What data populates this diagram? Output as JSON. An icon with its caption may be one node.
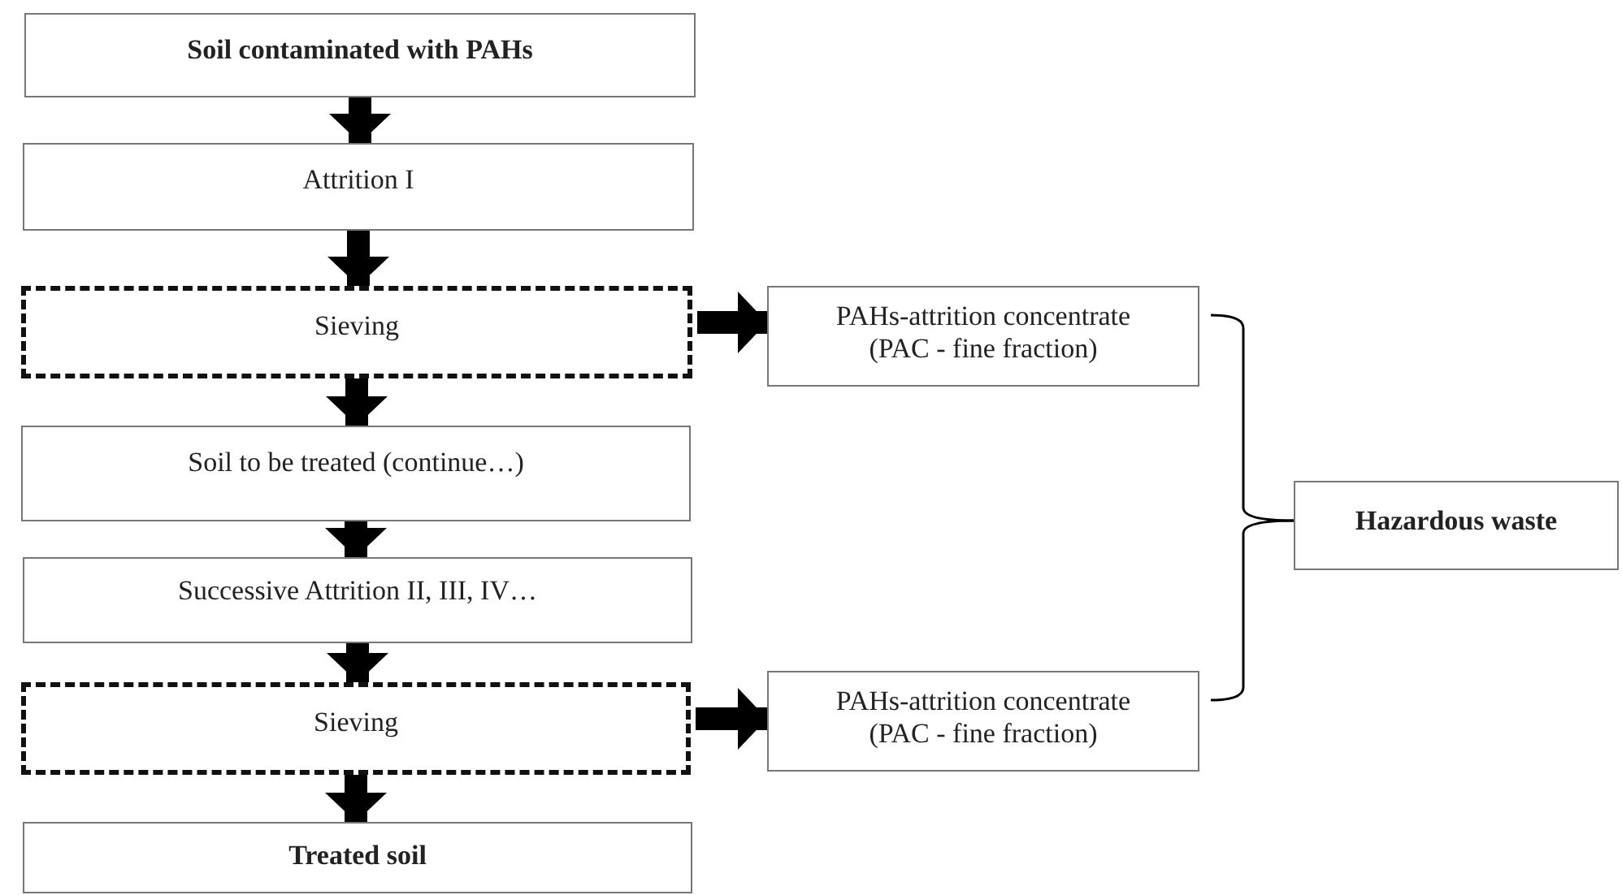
{
  "diagram": {
    "nodes": [
      {
        "text": [
          "Soil contaminated with PAHs"
        ]
      },
      {
        "text": [
          "Attrition I"
        ]
      },
      {
        "text": [
          "Sieving"
        ]
      },
      {
        "text": [
          "Soil to be treated (continue…)"
        ]
      },
      {
        "text": [
          "Successive Attrition II, III, IV…"
        ]
      },
      {
        "text": [
          "Sieving"
        ]
      },
      {
        "text": [
          "Treated soil"
        ]
      },
      {
        "text": [
          "PAHs-attrition concentrate (PAC - fine fraction)"
        ]
      },
      {
        "text": [
          "PAHs-attrition concentrate (PAC - fine fraction)"
        ]
      },
      {
        "text": [
          "Hazardous waste"
        ]
      }
    ],
    "edges": [
      {
        "from": 0,
        "to": 1,
        "arrow": "to"
      },
      {
        "from": 1,
        "to": 2,
        "arrow": "to"
      },
      {
        "from": 2,
        "to": 3,
        "arrow": "to"
      },
      {
        "from": 3,
        "to": 4,
        "arrow": "to"
      },
      {
        "from": 4,
        "to": 5,
        "arrow": "to"
      },
      {
        "from": 5,
        "to": 6,
        "arrow": "to"
      },
      {
        "from": 2,
        "to": 7,
        "arrow": "to"
      },
      {
        "from": 5,
        "to": 8,
        "arrow": "to"
      },
      {
        "from": 7,
        "to": 9,
        "arrow": "none"
      },
      {
        "from": 8,
        "to": 9,
        "arrow": "none"
      }
    ]
  }
}
